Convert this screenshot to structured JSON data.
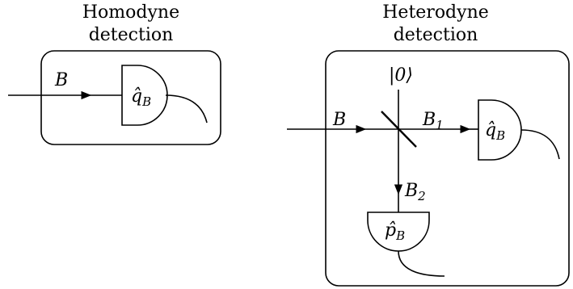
{
  "homodyne": {
    "title_line1": "Homodyne",
    "title_line2": "detection",
    "input_label": "B",
    "detector_symbol": "q̂",
    "detector_sub": "B"
  },
  "heterodyne": {
    "title_line1": "Heterodyne",
    "title_line2": "detection",
    "vacuum_label": "|0⟩",
    "input_label": "B",
    "out1_label": "B",
    "out1_sub": "1",
    "out2_label": "B",
    "out2_sub": "2",
    "detector_q_symbol": "q̂",
    "detector_q_sub": "B",
    "detector_p_symbol": "p̂",
    "detector_p_sub": "B"
  }
}
